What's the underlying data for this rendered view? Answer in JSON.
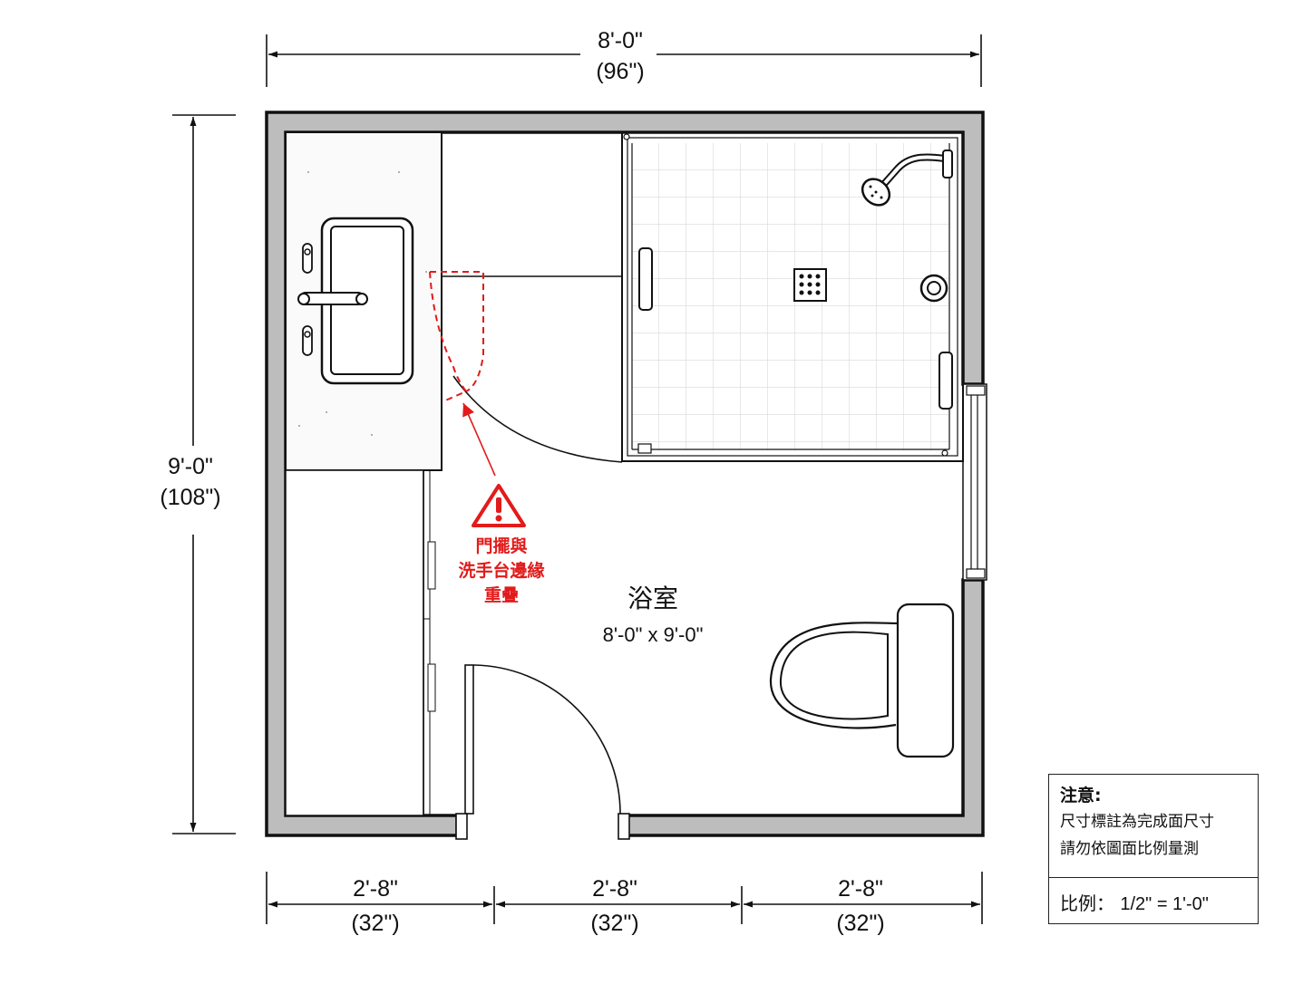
{
  "dimensions": {
    "top": {
      "feet": "8'-0\"",
      "inches": "(96\")"
    },
    "left": {
      "feet": "9'-0\"",
      "inches": "(108\")"
    },
    "bottom": [
      {
        "feet": "2'-8\"",
        "inches": "(32\")"
      },
      {
        "feet": "2'-8\"",
        "inches": "(32\")"
      },
      {
        "feet": "2'-8\"",
        "inches": "(32\")"
      }
    ]
  },
  "room": {
    "name": "浴室",
    "size": "8'-0\" x 9'-0\""
  },
  "warning": {
    "lines": [
      "門擺與",
      "洗手台邊緣",
      "重疊"
    ],
    "color": "#e21b1b"
  },
  "notes": {
    "title": "注意:",
    "lines": [
      "尺寸標註為完成面尺寸",
      "請勿依圖面比例量測"
    ],
    "scale_label": "比例：",
    "scale_value": "1/2\" = 1'-0\""
  },
  "colors": {
    "wall": "#bdbdbd",
    "line": "#111111",
    "alert": "#e21b1b",
    "tile": "#d9d9d9"
  },
  "fixtures": [
    "vanity",
    "sink",
    "faucet-icon",
    "shower",
    "shower-head-icon",
    "drain-icon",
    "toilet",
    "door",
    "window"
  ]
}
